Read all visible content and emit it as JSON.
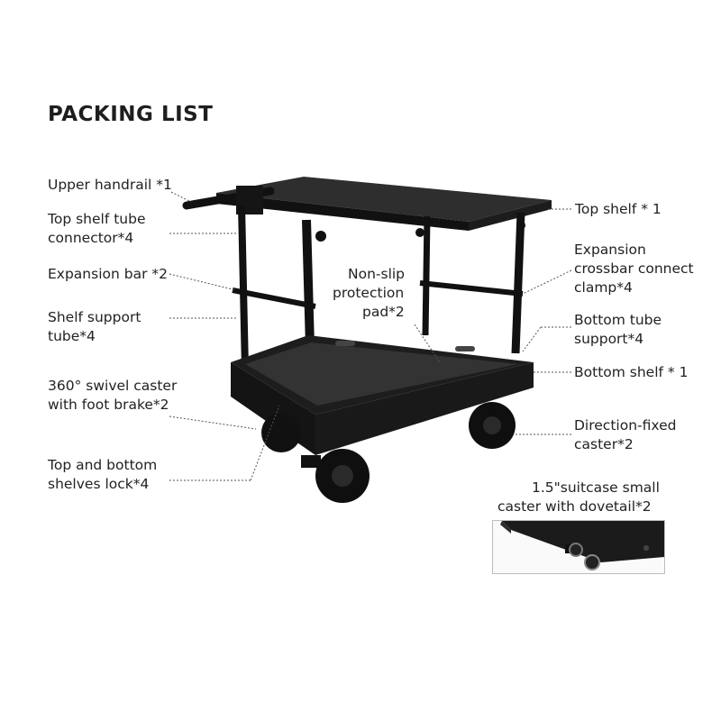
{
  "title": "PACKING LIST",
  "labels": {
    "upper_handrail": "Upper handrail *1",
    "top_tube_connector_1": "Top shelf tube",
    "top_tube_connector_2": "connector*4",
    "expansion_bar": "Expansion bar *2",
    "shelf_support_1": "Shelf support",
    "shelf_support_2": "tube*4",
    "swivel_caster_1": "360°  swivel caster",
    "swivel_caster_2": "with foot brake*2",
    "shelves_lock_1": "Top and bottom",
    "shelves_lock_2": "shelves lock*4",
    "non_slip_1": "Non-slip",
    "non_slip_2": "protection",
    "non_slip_3": "pad*2",
    "top_shelf": "Top shelf * 1",
    "crossbar_clamp_1": "Expansion",
    "crossbar_clamp_2": "crossbar connect",
    "crossbar_clamp_3": "clamp*4",
    "bottom_tube_support_1": "Bottom tube",
    "bottom_tube_support_2": "support*4",
    "bottom_shelf": "Bottom shelf * 1",
    "direction_fixed_1": "Direction-fixed",
    "direction_fixed_2": "caster*2",
    "suitcase_caster_1": "1.5\"suitcase small",
    "suitcase_caster_2": "caster with dovetail*2"
  },
  "colors": {
    "frame": "#1a1a1a",
    "shelf_top": "#2b2b2b",
    "leader_line": "#555555"
  }
}
